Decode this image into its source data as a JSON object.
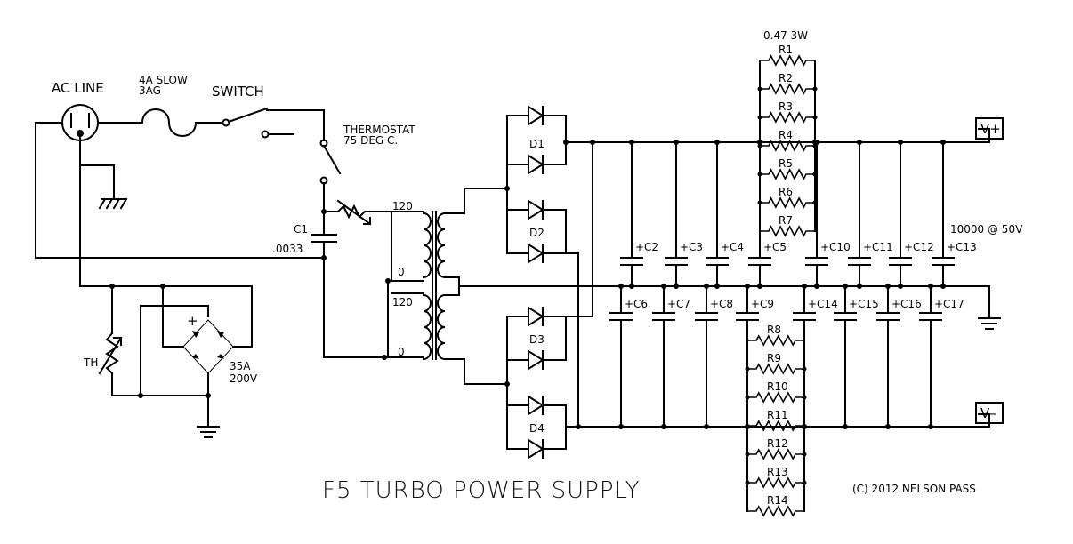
{
  "title": "F5 TURBO POWER SUPPLY",
  "copyright": "(C) 2012 NELSON PASS",
  "labels": {
    "ac_line": "AC LINE",
    "fuse_line1": "4A SLOW",
    "fuse_line2": "3AG",
    "switch": "SWITCH",
    "thermostat_line1": "THERMOSTAT",
    "thermostat_line2": "75 DEG C.",
    "c1": "C1",
    "c1_value": ".0033",
    "th": "TH",
    "bridge_line1": "35A",
    "bridge_line2": "200V",
    "bridge_plus": "+",
    "primary_top": "120",
    "primary_top_zero": "0",
    "primary_bottom": "120",
    "primary_bottom_zero": "0",
    "resistor_value": "0.47 3W",
    "cap_value": "10000 @ 50V",
    "vplus": "V+",
    "vminus": "V–"
  },
  "diodes": [
    "D1",
    "D2",
    "D3",
    "D4"
  ],
  "resistors_top": [
    "R1",
    "R2",
    "R3",
    "R4",
    "R5",
    "R6",
    "R7"
  ],
  "resistors_bottom": [
    "R8",
    "R9",
    "R10",
    "R11",
    "R12",
    "R13",
    "R14"
  ],
  "caps_top": [
    "C2",
    "C3",
    "C4",
    "C5",
    "C10",
    "C11",
    "C12",
    "C13"
  ],
  "caps_bottom": [
    "C6",
    "C7",
    "C8",
    "C9",
    "C14",
    "C15",
    "C16",
    "C17"
  ]
}
